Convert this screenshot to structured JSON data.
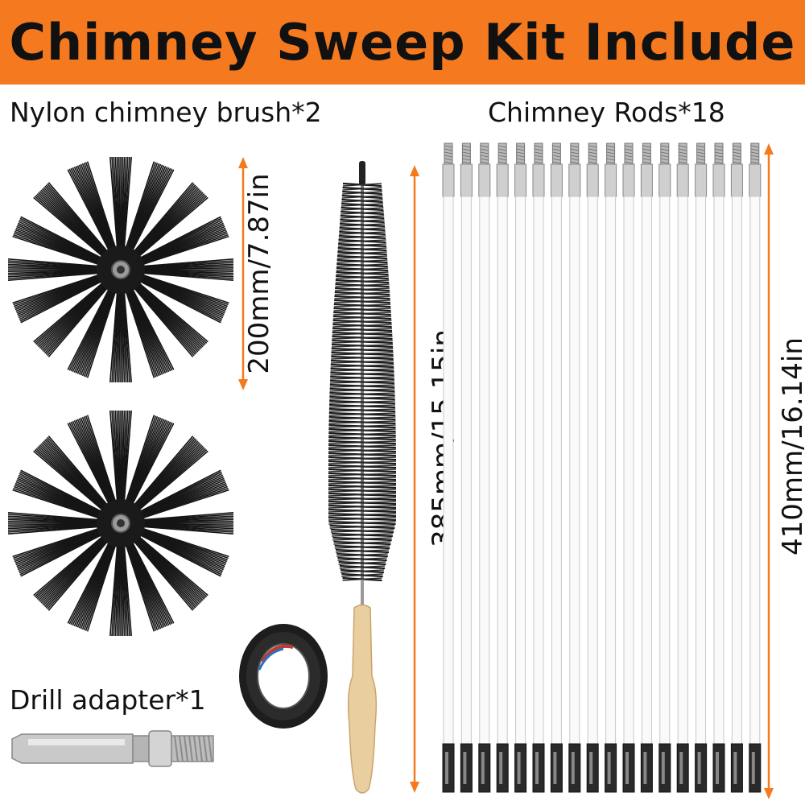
{
  "banner": {
    "title": "Chimney Sweep Kit Include",
    "color": "#f57a1f"
  },
  "labels": {
    "nylon_brush": "Nylon chimney brush*2",
    "chimney_rods": "Chimney Rods*18",
    "drill_adapter": "Drill adapter*1"
  },
  "dimensions": {
    "brush_diameter": "200mm/7.87in",
    "bottle_brush_length": "385mm/15.15in",
    "rod_length": "410mm/16.14in"
  },
  "arrow_color": "#f57a1f",
  "rods": {
    "count": 18
  }
}
